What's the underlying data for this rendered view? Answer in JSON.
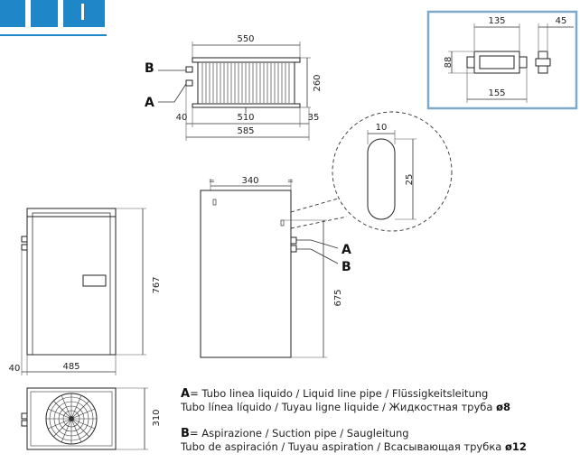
{
  "top_view": {
    "dim_width": "550",
    "dim_height": "260",
    "dim_left": "40",
    "dim_mid": "510",
    "dim_right": "35",
    "dim_total": "585",
    "label_b": "B",
    "label_a": "A"
  },
  "inset": {
    "dim_width": "135",
    "dim_side": "45",
    "dim_height": "88",
    "dim_bottom": "155"
  },
  "detail": {
    "dim_slot_width": "10",
    "dim_slot_height": "25"
  },
  "back_view": {
    "dim_top": "340",
    "dim_height": "675",
    "label_a": "A",
    "label_b": "B"
  },
  "front_view": {
    "dim_height": "767",
    "dim_left": "40",
    "dim_width": "485"
  },
  "fan_view": {
    "dim_height": "310"
  },
  "legend": {
    "a": {
      "key": "A",
      "line1": "= Tubo linea liquido / Liquid line pipe / Flüssigkeitsleitung",
      "line2": "Tubo línea líquido / Tuyau ligne liquide / Жидкостная труба ",
      "pipe": "ø8"
    },
    "b": {
      "key": "B",
      "line1": "= Aspirazione / Suction pipe / Saugleitung",
      "line2": "Tubo de aspiración / Tuyau aspiration / Всасывающая трубка ",
      "pipe": "ø12"
    }
  },
  "colors": {
    "logo_blue": "#1f86c8",
    "inset_border": "#7fa9c9"
  }
}
